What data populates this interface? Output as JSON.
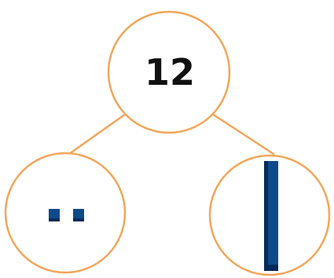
{
  "diagram": {
    "whole": {
      "value": "12",
      "text_color": "#111111"
    },
    "parts": [
      {
        "representation": "ones-unit-cubes",
        "count": 2
      },
      {
        "representation": "tens-rod",
        "count": 1
      }
    ],
    "colors": {
      "outline": "#F2A65A",
      "block_fill": "#0E4A8A",
      "block_shade": "#062B5A"
    }
  }
}
